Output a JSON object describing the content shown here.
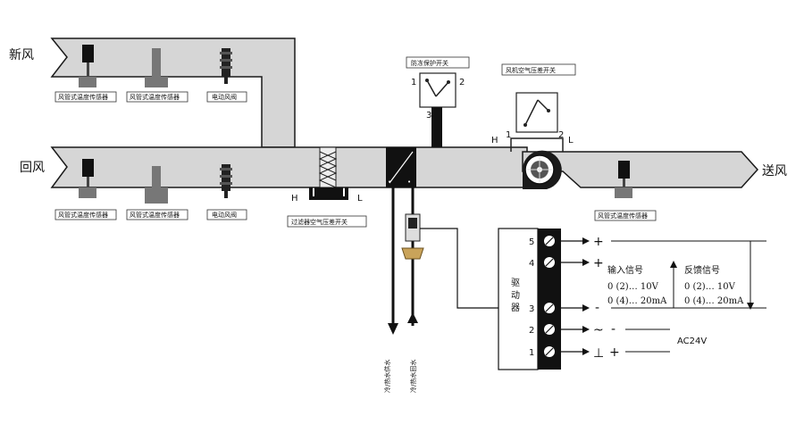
{
  "airflow": {
    "fresh_air": "新风",
    "return_air": "回风",
    "supply_air": "送风"
  },
  "sensors": {
    "duct_temp_sensor": "风管式温度传感器",
    "electric_damper": "电动风阀"
  },
  "switches": {
    "antifreeze": "防冻保护开关",
    "fan_pressure": "风机空气压差开关",
    "filter_pressure": "过滤器空气压差开关",
    "pin_1": "1",
    "pin_2": "2",
    "pin_3": "3",
    "high": "H",
    "low": "L"
  },
  "water": {
    "supply": "冷/热水供水",
    "return": "冷/热水回水"
  },
  "driver": {
    "title": "驱动器",
    "terminals": [
      "5",
      "4",
      "3",
      "2",
      "1"
    ],
    "plus": "+",
    "minus": "-",
    "tilde": "~",
    "ground": "⊥",
    "input_signal": "输入信号",
    "feedback_signal": "反馈信号",
    "range_voltage": "0 (2)… 10V",
    "range_current": "0 (4)… 20mA",
    "power": "AC24V"
  },
  "colors": {
    "duct_fill": "#d6d6d6",
    "duct_stroke": "#1a1a1a",
    "device": "#111111"
  }
}
